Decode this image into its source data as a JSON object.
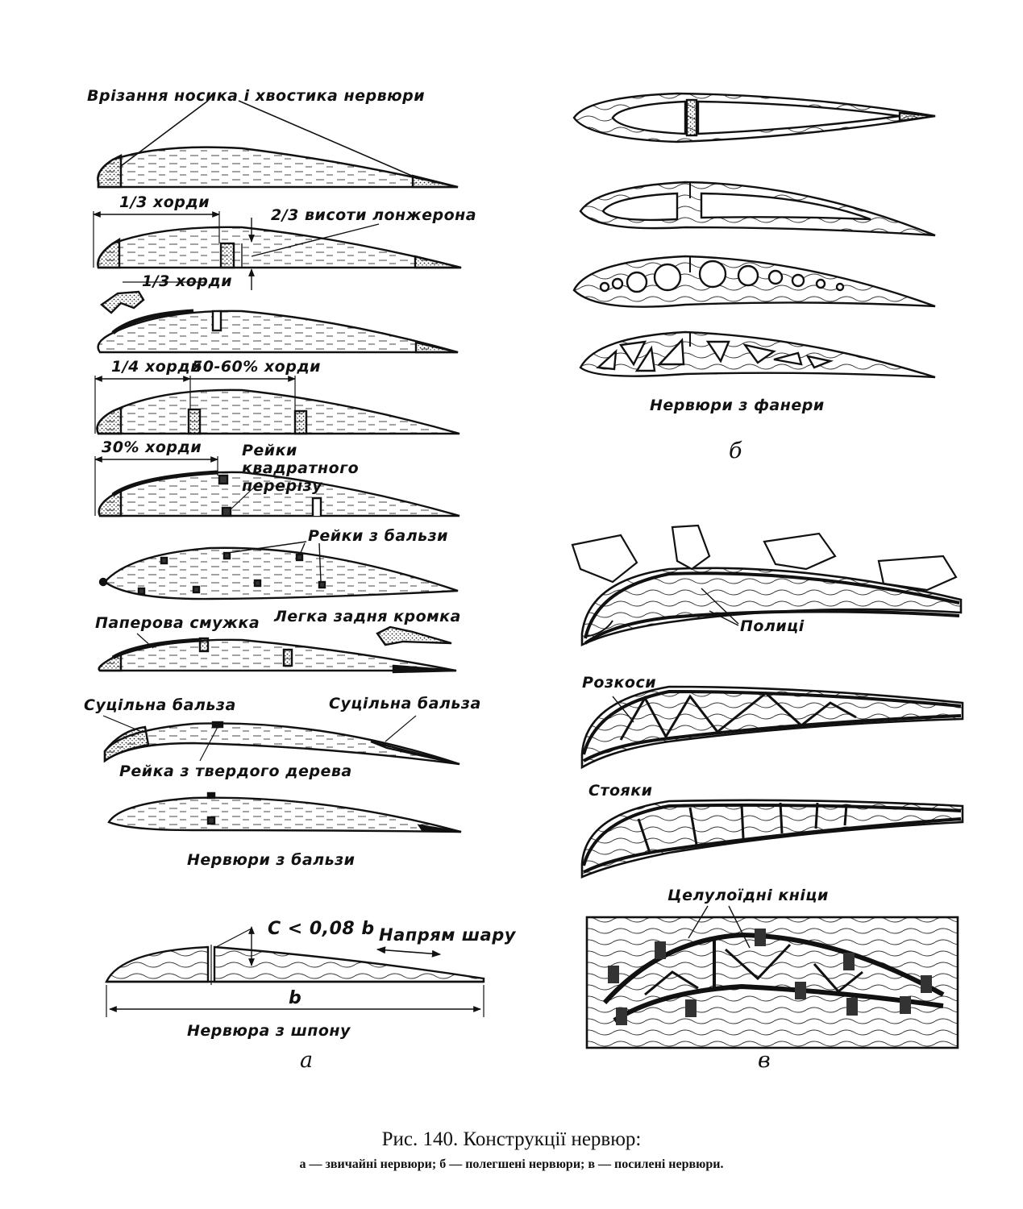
{
  "figure": {
    "caption_title": "Рис. 140. Конструкції нервюр:",
    "caption_sub": "а — звичайні нервюри; б — полегшені нервюри; в — посилені нервюри."
  },
  "panel_a": {
    "label": "а",
    "labels": {
      "nose_tail_cut": "Врізання носика і хвостика нервюри",
      "third_chord_1": "1/3 хорди",
      "two_thirds_spar": "2/3 висоти лонжерона",
      "third_chord_2": "1/3 хорди",
      "quarter_chord": "1/4 хорди",
      "percent_chord": "50-60% хорди",
      "thirty_percent": "30% хорди",
      "square_strips": "Рейки квадратного перерізу",
      "balsa_strips": "Рейки з бальзи",
      "paper_strip": "Паперова смужка",
      "light_trailing_edge": "Легка задня кромка",
      "solid_balsa_left": "Суцільна бальза",
      "solid_balsa_right": "Суцільна бальза",
      "hardwood_strip": "Рейка з твердого дерева",
      "balsa_ribs": "Нервюри з бальзи",
      "c_formula": "C < 0,08 b",
      "grain_direction": "Напрям шару",
      "chord_b": "b",
      "veneer_rib": "Нервюра з шпону"
    }
  },
  "panel_b": {
    "label": "б",
    "labels": {
      "plywood_ribs": "Нервюри з фанери"
    }
  },
  "panel_v": {
    "label": "в",
    "labels": {
      "flanges": "Полиці",
      "diagonals": "Розкоси",
      "posts": "Стояки",
      "celluloid_gussets": "Целулоїдні кніци"
    }
  }
}
